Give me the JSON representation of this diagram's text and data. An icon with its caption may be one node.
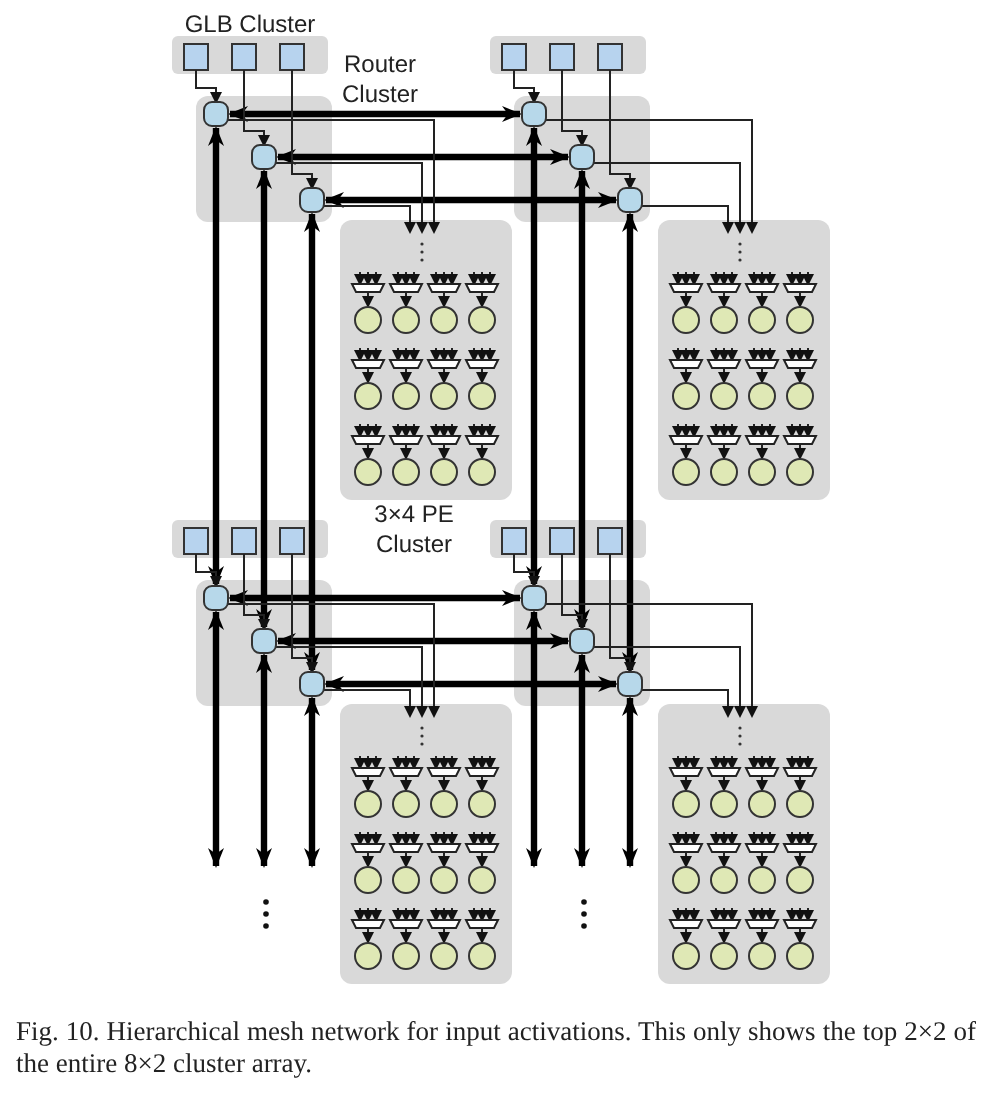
{
  "diagram": {
    "caption": "Fig. 10. Hierarchical mesh network for input activations. This only shows the top 2×2 of the entire 8×2 cluster array.",
    "labels": [
      "GLB Cluster",
      "Router Cluster",
      "3×4 PE Cluster"
    ]
  }
}
